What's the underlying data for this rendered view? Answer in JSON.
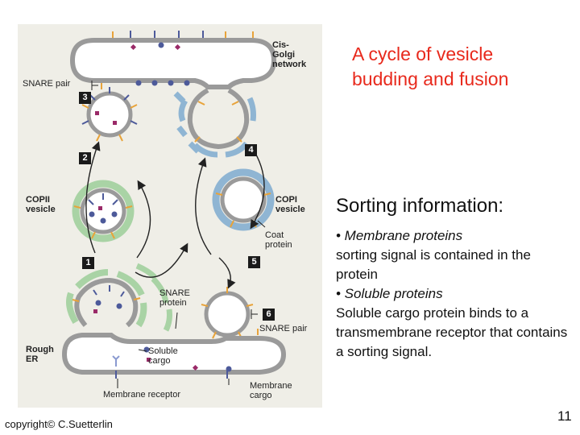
{
  "title": {
    "line1": "A cycle of vesicle",
    "line2": "budding and fusion"
  },
  "sorting": {
    "heading": "Sorting information:",
    "items": [
      {
        "bullet": "• Membrane proteins",
        "text": "sorting signal is contained in the protein"
      },
      {
        "bullet": "• Soluble proteins",
        "text": "Soluble cargo protein binds to a transmembrane receptor that contains a sorting signal."
      }
    ]
  },
  "diagram": {
    "labels": {
      "cis_golgi_1": "Cis-",
      "cis_golgi_2": "Golgi",
      "cis_golgi_3": "network",
      "snare_pair_top": "SNARE pair",
      "copii_1": "COPII",
      "copii_2": "vesicle",
      "copi_1": "COPI",
      "copi_2": "vesicle",
      "coat_1": "Coat",
      "coat_2": "protein",
      "snare_protein_1": "SNARE",
      "snare_protein_2": "protein",
      "snare_pair_bottom": "SNARE pair",
      "rough_er_1": "Rough",
      "rough_er_2": "ER",
      "soluble_1": "Soluble",
      "soluble_2": "cargo",
      "membrane_receptor": "Membrane receptor",
      "membrane_cargo_1": "Membrane",
      "membrane_cargo_2": "cargo"
    },
    "steps": [
      "1",
      "2",
      "3",
      "4",
      "5",
      "6"
    ],
    "colors": {
      "membrane": "#9a9a9a",
      "copii_coat": "#a9d3a5",
      "copi_coat": "#8fb5d3",
      "snare": "#e8a33a",
      "cargo": "#4d5a9a",
      "soluble_cargo": "#9a2a68"
    }
  },
  "footer": {
    "copyright": "copyright© C.Suetterlin",
    "page": "11"
  }
}
